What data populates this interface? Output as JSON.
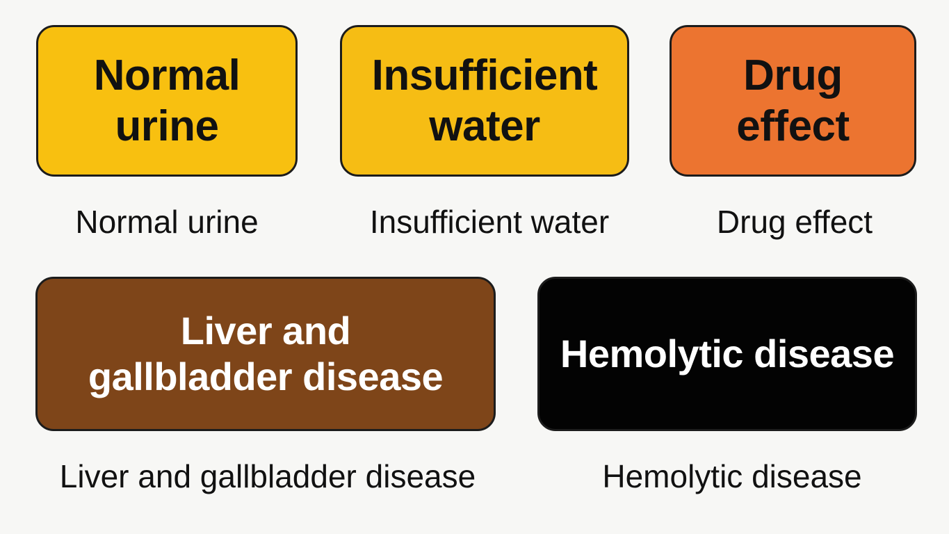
{
  "swatches": [
    {
      "id": "normal",
      "line1": "Normal",
      "line2": "urine",
      "caption": "Normal urine",
      "fill": "#f8c010",
      "text_color": "#111111"
    },
    {
      "id": "water",
      "line1": "Insufficient",
      "line2": "water",
      "caption": "Insufficient water",
      "fill": "#f6bd14",
      "text_color": "#111111"
    },
    {
      "id": "drug",
      "line1": "Drug",
      "line2": "effect",
      "caption": "Drug effect",
      "fill": "#ec7430",
      "text_color": "#111111"
    },
    {
      "id": "liver",
      "line1": "Liver and",
      "line2": "gallbladder disease",
      "caption": "Liver and gallbladder disease",
      "fill": "#7e4519",
      "text_color": "#ffffff"
    },
    {
      "id": "hemo",
      "line1": "Hemolytic disease",
      "line2": "",
      "caption": "Hemolytic disease",
      "fill": "#030303",
      "text_color": "#ffffff"
    }
  ]
}
